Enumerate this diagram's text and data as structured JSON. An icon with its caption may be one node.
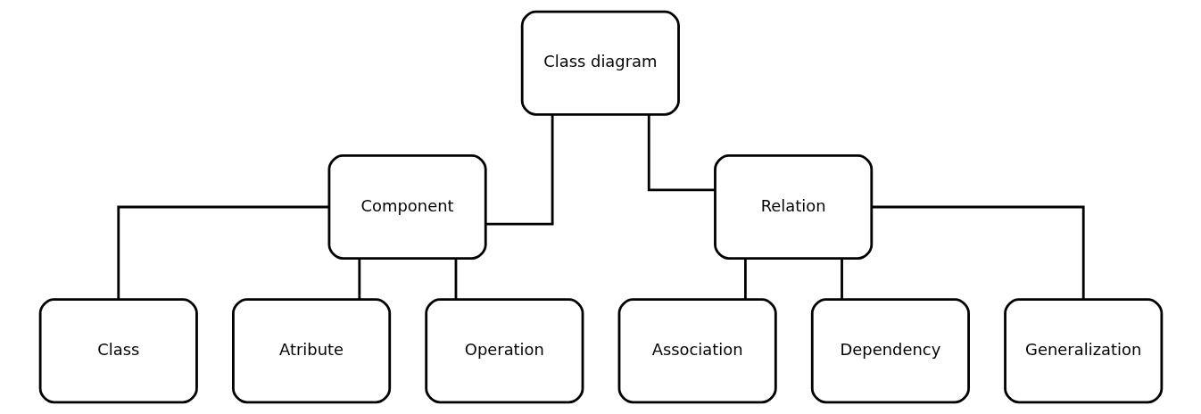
{
  "diagram": {
    "nodes": [
      {
        "text": [
          "Class diagram"
        ]
      },
      {
        "text": [
          "Component"
        ]
      },
      {
        "text": [
          "Relation"
        ]
      },
      {
        "text": [
          "Class"
        ]
      },
      {
        "text": [
          "Atribute"
        ]
      },
      {
        "text": [
          "Operation"
        ]
      },
      {
        "text": [
          "Association"
        ]
      },
      {
        "text": [
          "Dependency"
        ]
      },
      {
        "text": [
          "Generalization"
        ]
      }
    ],
    "edges": [
      {
        "from": 0,
        "to": 1,
        "arrow": "none"
      },
      {
        "from": 0,
        "to": 2,
        "arrow": "none"
      },
      {
        "from": 1,
        "to": 3,
        "arrow": "none"
      },
      {
        "from": 1,
        "to": 4,
        "arrow": "none"
      },
      {
        "from": 1,
        "to": 5,
        "arrow": "none"
      },
      {
        "from": 2,
        "to": 6,
        "arrow": "none"
      },
      {
        "from": 2,
        "to": 7,
        "arrow": "none"
      },
      {
        "from": 2,
        "to": 8,
        "arrow": "none"
      }
    ]
  }
}
